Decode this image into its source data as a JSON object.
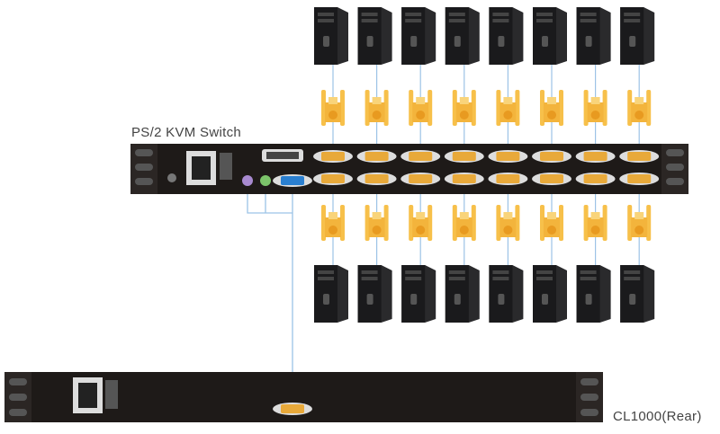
{
  "labels": {
    "switch": "PS/2 KVM Switch",
    "console": "CL1000(Rear)"
  },
  "layout_counts": {
    "computers_per_row": 8
  },
  "colors": {
    "chassis": "#1e1a18",
    "port_gold": "#e8a93a",
    "adapter": "#f7c04a",
    "vga_blue": "#2a7fd0",
    "ps2_purple": "#a88ad0",
    "ps2_green": "#7cc46a",
    "cable": "#9cc3e6"
  }
}
